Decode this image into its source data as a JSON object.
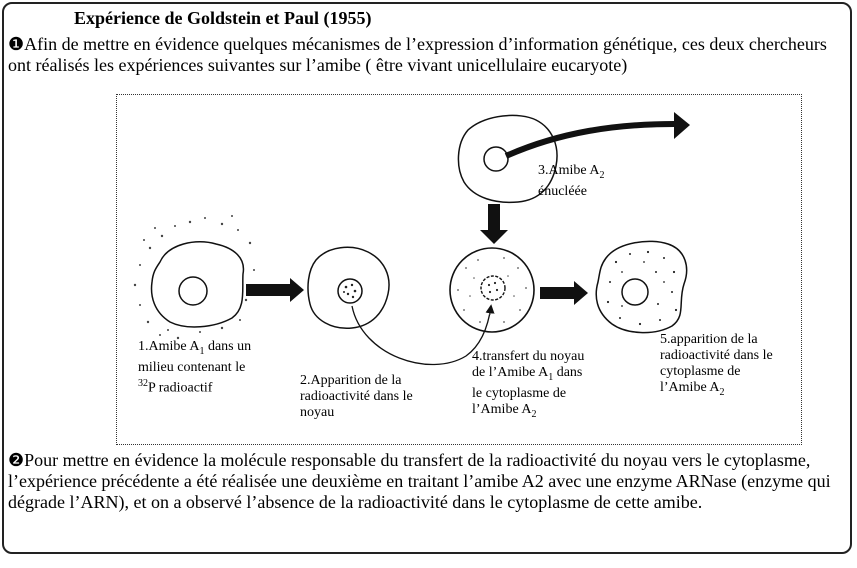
{
  "title": "Expérience de Goldstein et Paul (1955)",
  "intro": {
    "bullet": "❶",
    "text": "Afin de mettre en évidence quelques mécanismes de l’expression d’information génétique, ces deux chercheurs ont réalisés les expériences suivantes sur l’amibe ( être vivant unicellulaire eucaryote)"
  },
  "figure": {
    "step1": {
      "line1": "1.Amibe A",
      "sub1": "1",
      "line1b": " dans un",
      "line2": "milieu contenant le",
      "sup": "32",
      "line3": "P radioactif"
    },
    "step2": {
      "line1": "2.Apparition de la",
      "line2": "radioactivité dans le",
      "line3": "noyau"
    },
    "step3": {
      "line1": "3.Amibe A",
      "sub1": "2",
      "line2": "énucléée"
    },
    "step4": {
      "line1": "4.transfert du noyau",
      "line2a": "de l’Amibe A",
      "sub1": "1",
      "line2b": " dans",
      "line3": "le cytoplasme de",
      "line4a": "l’Amibe A",
      "sub2": "2"
    },
    "step5": {
      "line1": "5.apparition de la",
      "line2": "radioactivité dans le",
      "line3": "cytoplasme de",
      "line4a": "l’Amibe A",
      "sub1": "2"
    }
  },
  "conclusion": {
    "bullet": "❷",
    "text": "Pour mettre en évidence la molécule responsable du transfert de la radioactivité du noyau vers le cytoplasme, l’expérience précédente a été réalisée une deuxième en traitant l’amibe A2 avec une enzyme ARNase (enzyme qui dégrade l’ARN), et on a observé l’absence de la radioactivité dans le cytoplasme de cette amibe."
  }
}
